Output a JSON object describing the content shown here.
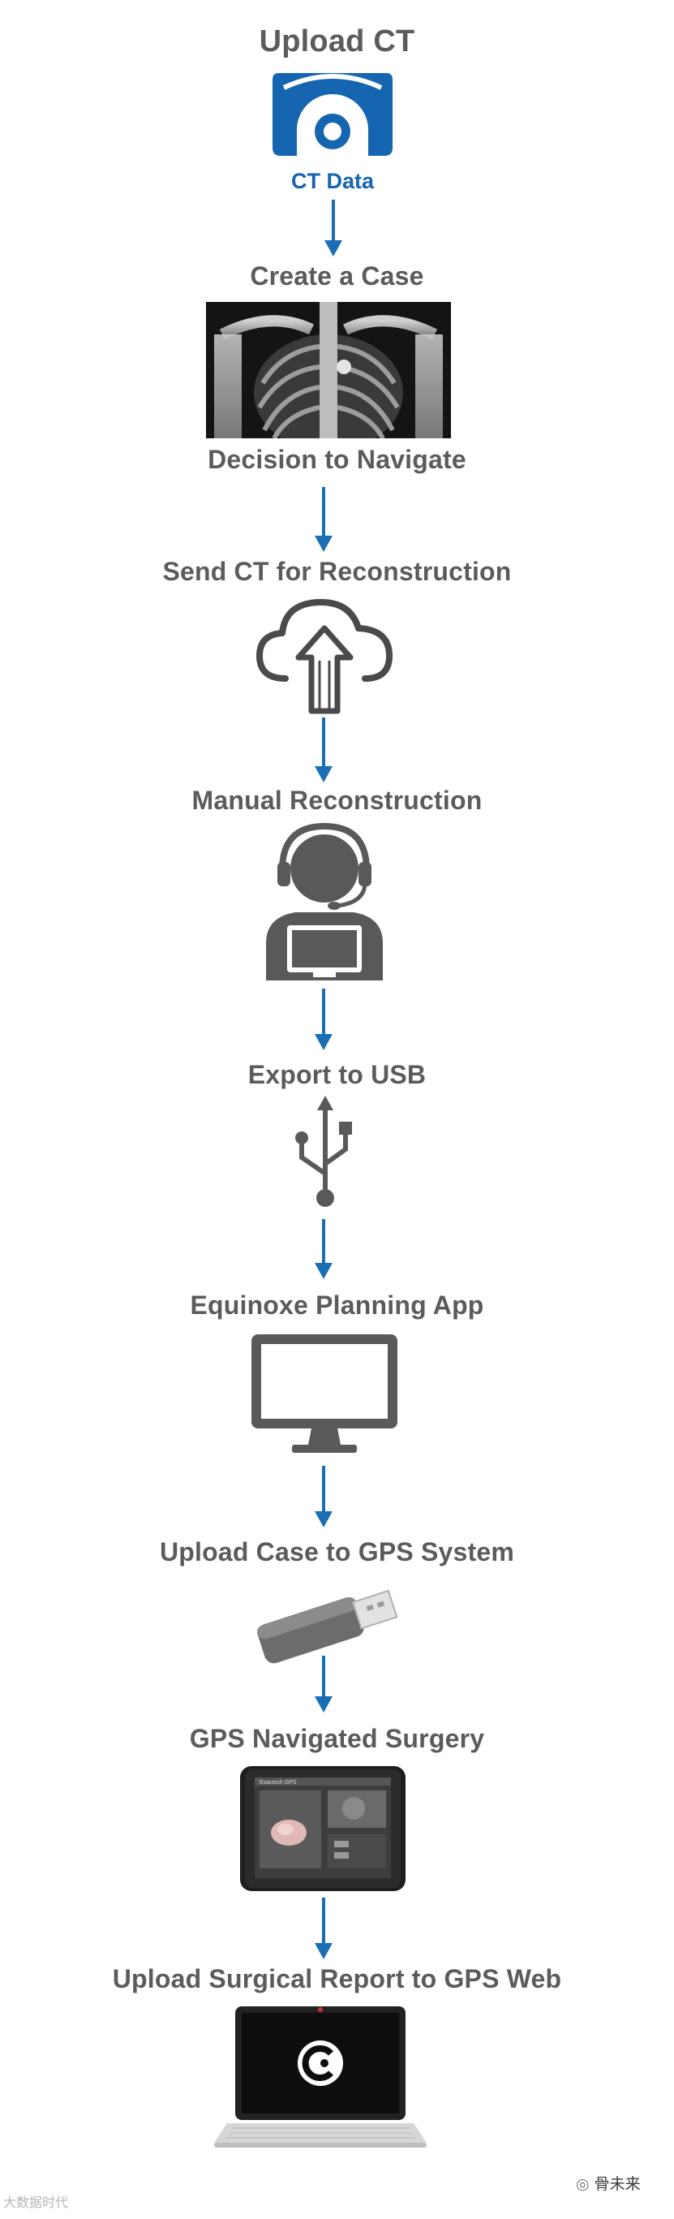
{
  "steps": {
    "upload_ct": {
      "title": "Upload CT",
      "logo_text": "CT Data"
    },
    "create_case": {
      "title": "Create a Case"
    },
    "decision": {
      "title": "Decision to Navigate"
    },
    "send_ct": {
      "title": "Send CT for Reconstruction"
    },
    "manual": {
      "title": "Manual Reconstruction"
    },
    "export": {
      "title": "Export to USB"
    },
    "planning": {
      "title": "Equinoxe Planning App"
    },
    "upload_case": {
      "title": "Upload Case to GPS System"
    },
    "gps_surgery": {
      "title": "GPS Navigated Surgery",
      "device_brand": "Exactech GPS"
    },
    "upload_report": {
      "title": "Upload Surgical Report to GPS Web"
    }
  },
  "footer": {
    "left_watermark": "大数据时代",
    "right_account": "骨未来"
  },
  "colors": {
    "arrow": "#1a6fb4",
    "logo_blue": "#1565b0",
    "title_gray": "#5a5b5d",
    "icon_gray": "#58595b"
  },
  "icons": [
    "ct-data-logo",
    "ct-scan-image",
    "cloud-upload-icon",
    "support-agent-icon",
    "usb-symbol-icon",
    "monitor-icon",
    "usb-drive-icon",
    "gps-tablet-image",
    "laptop-exactech-icon"
  ]
}
